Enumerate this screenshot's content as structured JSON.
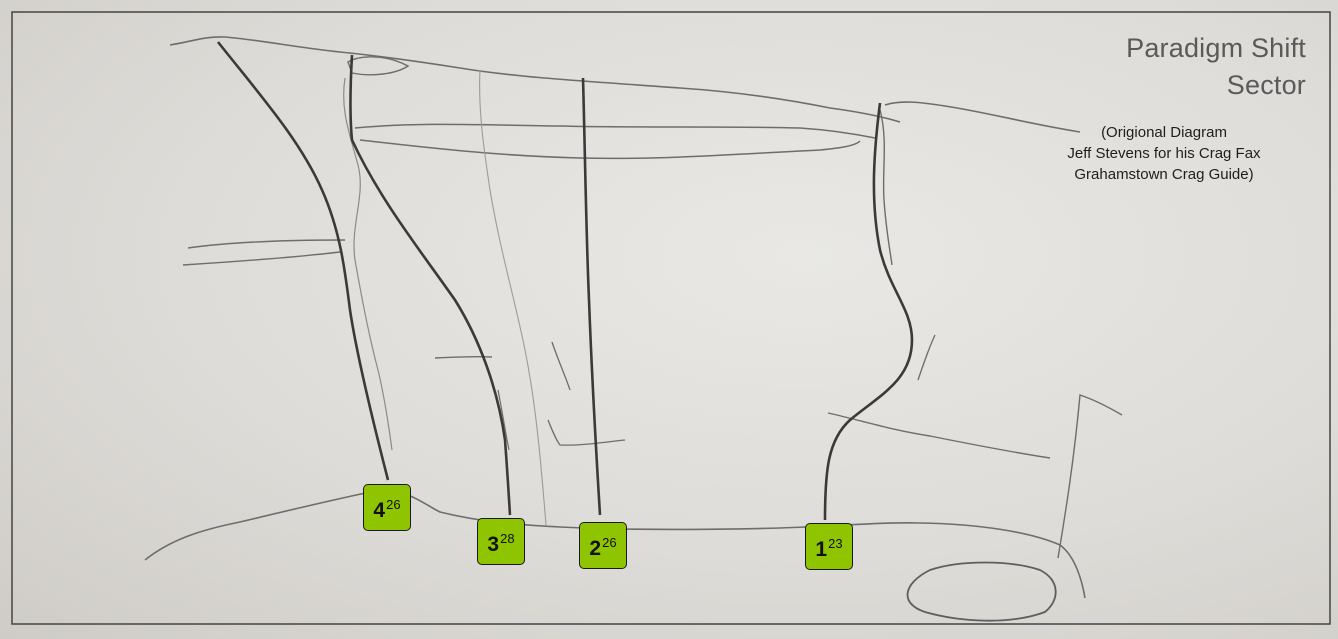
{
  "title": {
    "line1": "Paradigm Shift",
    "line2": "Sector"
  },
  "credit": {
    "line1": "(Origional Diagram",
    "line2": "Jeff Stevens for his Crag Fax",
    "line3": "Grahamstown Crag Guide)"
  },
  "routes": [
    {
      "number": "4",
      "grade": "26"
    },
    {
      "number": "3",
      "grade": "28"
    },
    {
      "number": "2",
      "grade": "26"
    },
    {
      "number": "1",
      "grade": "23"
    }
  ],
  "colors": {
    "badge_fill": "#8fc400",
    "badge_border": "#1a1a1a",
    "route_line": "#3a3a3a",
    "rock_feature": "#6d6d6d"
  }
}
